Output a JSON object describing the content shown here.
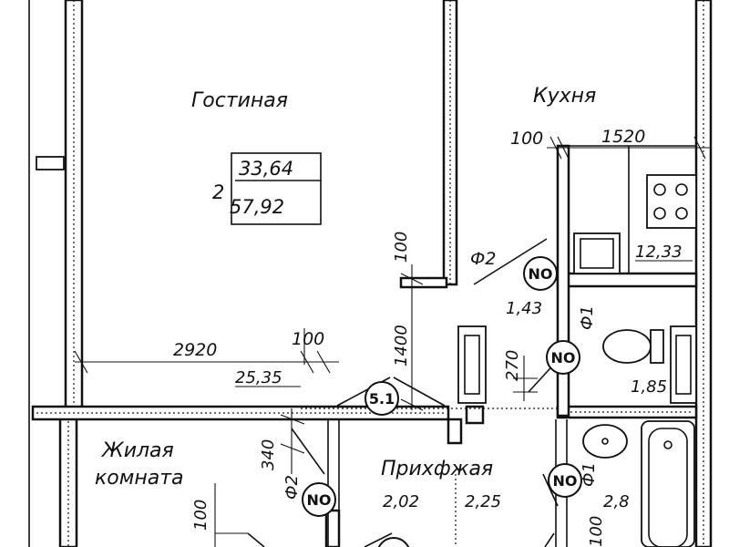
{
  "rooms": {
    "living": "Гостиная",
    "kitchen": "Кухня",
    "bedroom_line1": "Жилая",
    "bedroom_line2": "комната",
    "hall": "Прихфжая"
  },
  "apartment_label": {
    "rooms_count": "2",
    "living_area": "33,64",
    "total_area": "57,92"
  },
  "areas": {
    "living": "25,35",
    "kitchen": "12,33",
    "corridor": "1,43",
    "toilet": "1,85",
    "hall_left": "2,02",
    "hall_right": "2,25",
    "bath": "2,8"
  },
  "dimensions": {
    "kitchen_gap": "100",
    "kitchen_width": "1520",
    "living_width": "2920",
    "living_gap": "100",
    "door_gap_top": "100",
    "door_height": "1400",
    "toilet_dim": "270",
    "bedroom_dim": "340",
    "bedroom_gap": "100",
    "hall_gap": "100"
  },
  "markers": {
    "no": "NO",
    "section": "5.1",
    "door_phi2_top": "Ф2",
    "door_phi2_bottom": "Ф2",
    "door_phi1_top": "Ф1",
    "door_phi1_bottom": "Ф1"
  }
}
